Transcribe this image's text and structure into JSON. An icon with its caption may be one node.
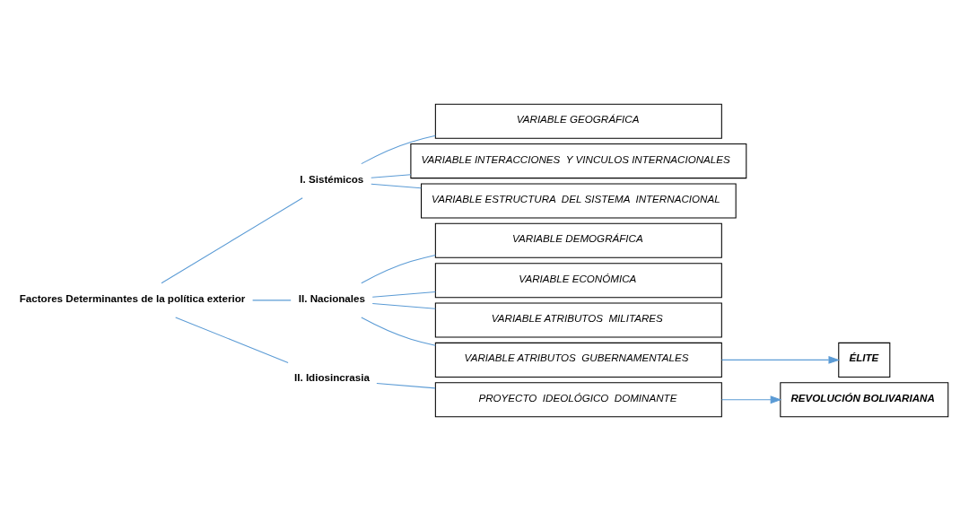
{
  "diagram": {
    "nodes": [
      {
        "text": [
          "Factores Determinantes de la política exterior"
        ]
      },
      {
        "text": [
          "I. Sistémicos"
        ]
      },
      {
        "text": [
          "II. Nacionales"
        ]
      },
      {
        "text": [
          "II. Idiosincrasia"
        ]
      },
      {
        "text": [
          "VARIABLE GEOGRÁFICA"
        ]
      },
      {
        "text": [
          "VARIABLE INTERACCIONES  Y VINCULOS INTERNACIONALES"
        ]
      },
      {
        "text": [
          "VARIABLE ESTRUCTURA  DEL SISTEMA  INTERNACIONAL"
        ]
      },
      {
        "text": [
          "VARIABLE DEMOGRÁFICA"
        ]
      },
      {
        "text": [
          "VARIABLE ECONÓMICA"
        ]
      },
      {
        "text": [
          "VARIABLE ATRIBUTOS  MILITARES"
        ]
      },
      {
        "text": [
          "VARIABLE ATRIBUTOS  GUBERNAMENTALES"
        ]
      },
      {
        "text": [
          "ÉLITE"
        ]
      },
      {
        "text": [
          "PROYECTO  IDEOLÓGICO  DOMINANTE"
        ]
      },
      {
        "text": [
          "REVOLUCIÓN BOLIVARIANA"
        ]
      }
    ],
    "edges": [
      {
        "from": 0,
        "to": 1,
        "arrow": "none"
      },
      {
        "from": 0,
        "to": 2,
        "arrow": "none"
      },
      {
        "from": 0,
        "to": 3,
        "arrow": "none"
      },
      {
        "from": 1,
        "to": 4,
        "arrow": "none"
      },
      {
        "from": 1,
        "to": 5,
        "arrow": "none"
      },
      {
        "from": 1,
        "to": 6,
        "arrow": "none"
      },
      {
        "from": 2,
        "to": 7,
        "arrow": "none"
      },
      {
        "from": 2,
        "to": 8,
        "arrow": "none"
      },
      {
        "from": 2,
        "to": 9,
        "arrow": "none"
      },
      {
        "from": 2,
        "to": 10,
        "arrow": "none"
      },
      {
        "from": 3,
        "to": 12,
        "arrow": "none"
      },
      {
        "from": 10,
        "to": 11,
        "arrow": "to"
      },
      {
        "from": 12,
        "to": 13,
        "arrow": "to"
      }
    ]
  }
}
